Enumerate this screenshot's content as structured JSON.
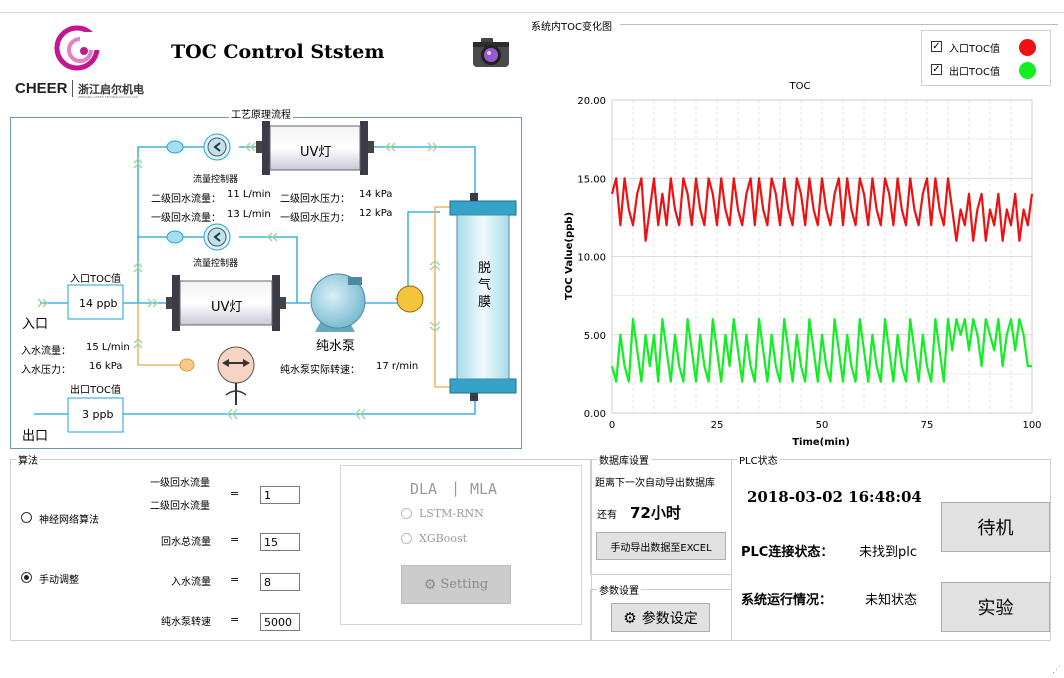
{
  "header": {
    "title": "TOC Control Ststem",
    "brand_name": "CHEER",
    "brand_cn": "浙江启尔机电",
    "brand_sub": "ZHEJIANG CHEER TECHNOLOGY CO.,LTD"
  },
  "process": {
    "group_title": "工艺原理流程",
    "uv_top": "UV灯",
    "uv_bottom": "UV灯",
    "flow_controller_1": "流量控制器",
    "flow_controller_2": "流量控制器",
    "return2_flow_label": "二级回水流量：",
    "return2_flow_value": "11 L/min",
    "return2_pressure_label": "二级回水压力：",
    "return2_pressure_value": "14 kPa",
    "return1_flow_label": "一级回水流量：",
    "return1_flow_value": "13 L/min",
    "return1_pressure_label": "一级回水压力：",
    "return1_pressure_value": "12 kPa",
    "inlet_toc_label": "入口TOC值",
    "inlet_toc_value": "14 ppb",
    "inlet_label": "入口",
    "inlet_flow_label": "入水流量：",
    "inlet_flow_value": "15 L/min",
    "inlet_pressure_label": "入水压力：",
    "inlet_pressure_value": "16 kPa",
    "outlet_toc_label": "出口TOC值",
    "outlet_toc_value": "3 ppb",
    "outlet_label": "出口",
    "pump_label": "纯水泵",
    "pump_speed_label": "纯水泵实际转速：",
    "pump_speed_value": "17 r/min",
    "degas_label": "脱\n气\n膜"
  },
  "chart_panel": {
    "group_title": "系统内TOC变化图",
    "legend": [
      {
        "label": "入口TOC值",
        "checked": true,
        "color": "#ee1111"
      },
      {
        "label": "出口TOC值",
        "checked": true,
        "color": "#11ee22"
      }
    ]
  },
  "chart_data": {
    "type": "line",
    "title": "TOC",
    "xlabel": "Time(min)",
    "ylabel": "TOC Value(ppb)",
    "xlim": [
      0,
      100
    ],
    "ylim": [
      0,
      20
    ],
    "xticks": [
      "0",
      "25",
      "50",
      "75",
      "100"
    ],
    "yticks": [
      "0.00",
      "5.00",
      "10.00",
      "15.00",
      "20.00"
    ],
    "grid": true,
    "series": [
      {
        "name": "入口TOC值",
        "color": "#ee1111",
        "x": [
          0,
          1,
          2,
          3,
          4,
          5,
          6,
          7,
          8,
          9,
          10,
          11,
          12,
          13,
          14,
          15,
          16,
          17,
          18,
          19,
          20,
          21,
          22,
          23,
          24,
          25,
          26,
          27,
          28,
          29,
          30,
          31,
          32,
          33,
          34,
          35,
          36,
          37,
          38,
          39,
          40,
          41,
          42,
          43,
          44,
          45,
          46,
          47,
          48,
          49,
          50,
          51,
          52,
          53,
          54,
          55,
          56,
          57,
          58,
          59,
          60,
          61,
          62,
          63,
          64,
          65,
          66,
          67,
          68,
          69,
          70,
          71,
          72,
          73,
          74,
          75,
          76,
          77,
          78,
          79,
          80,
          81,
          82,
          83,
          84,
          85,
          86,
          87,
          88,
          89,
          90,
          91,
          92,
          93,
          94,
          95,
          96,
          97,
          98,
          99,
          100
        ],
        "y": [
          14,
          15,
          12,
          15,
          13,
          12,
          14,
          15,
          11,
          13,
          15,
          12,
          14,
          12,
          15,
          13,
          12,
          15,
          14,
          12,
          15,
          13,
          12,
          15,
          14,
          12,
          15,
          13,
          12,
          15,
          13,
          12,
          14,
          15,
          12,
          15,
          13,
          12,
          15,
          14,
          12,
          15,
          13,
          12,
          15,
          14,
          12,
          15,
          13,
          12,
          15,
          13,
          12,
          14,
          15,
          12,
          15,
          13,
          12,
          15,
          14,
          12,
          15,
          13,
          12,
          15,
          14,
          12,
          15,
          13,
          12,
          15,
          13,
          12,
          14,
          15,
          12,
          15,
          13,
          12,
          15,
          13,
          11,
          13,
          12,
          14,
          11,
          13,
          14,
          11,
          13,
          12,
          14,
          11,
          13,
          12,
          14,
          11,
          13,
          12,
          14
        ]
      },
      {
        "name": "出口TOC值",
        "color": "#11ee22",
        "x": [
          0,
          1,
          2,
          3,
          4,
          5,
          6,
          7,
          8,
          9,
          10,
          11,
          12,
          13,
          14,
          15,
          16,
          17,
          18,
          19,
          20,
          21,
          22,
          23,
          24,
          25,
          26,
          27,
          28,
          29,
          30,
          31,
          32,
          33,
          34,
          35,
          36,
          37,
          38,
          39,
          40,
          41,
          42,
          43,
          44,
          45,
          46,
          47,
          48,
          49,
          50,
          51,
          52,
          53,
          54,
          55,
          56,
          57,
          58,
          59,
          60,
          61,
          62,
          63,
          64,
          65,
          66,
          67,
          68,
          69,
          70,
          71,
          72,
          73,
          74,
          75,
          76,
          77,
          78,
          79,
          80,
          81,
          82,
          83,
          84,
          85,
          86,
          87,
          88,
          89,
          90,
          91,
          92,
          93,
          94,
          95,
          96,
          97,
          98,
          99,
          100
        ],
        "y": [
          3,
          2,
          5,
          3,
          2,
          6,
          4,
          2,
          5,
          3,
          5,
          2,
          6,
          4,
          2,
          5,
          3,
          2,
          6,
          4,
          2,
          5,
          3,
          2,
          6,
          4,
          2,
          5,
          3,
          6,
          4,
          2,
          5,
          3,
          2,
          6,
          4,
          2,
          5,
          3,
          2,
          6,
          4,
          2,
          5,
          3,
          2,
          6,
          4,
          2,
          5,
          3,
          2,
          6,
          4,
          2,
          5,
          3,
          2,
          6,
          4,
          2,
          5,
          3,
          2,
          6,
          4,
          2,
          5,
          3,
          2,
          6,
          4,
          2,
          5,
          3,
          2,
          6,
          4,
          2,
          6,
          4,
          6,
          5,
          6,
          4,
          6,
          5,
          3,
          6,
          5,
          4,
          6,
          3,
          5,
          6,
          4,
          6,
          5,
          3,
          3
        ]
      }
    ]
  },
  "algorithm": {
    "group_title": "算法",
    "neural_label": "神经网络算法",
    "manual_label": "手动调整",
    "selected": "手动调整",
    "fields": [
      {
        "label": "一级回水流量\n二级回水流量",
        "eq": "=",
        "value": "1"
      },
      {
        "label": "回水总流量",
        "eq": "=",
        "value": "15"
      },
      {
        "label": "入水流量",
        "eq": "=",
        "value": "8"
      },
      {
        "label": "纯水泵转速",
        "eq": "=",
        "value": "5000"
      }
    ],
    "model_header_dla": "DLA",
    "model_header_sep": "|",
    "model_header_mla": "MLA",
    "lstm_label": "LSTM-RNN",
    "xgb_label": "XGBoost",
    "setting_label": "Setting"
  },
  "database": {
    "group_title": "数据库设置",
    "next_export_label": "距离下一次自动导出数据库",
    "remaining_label": "还有",
    "remaining_value": "72小时",
    "export_button": "手动导出数据至EXCEL",
    "params_group_title": "参数设置",
    "params_button": "参数设定"
  },
  "plc": {
    "group_title": "PLC状态",
    "datetime": "2018-03-02 16:48:04",
    "conn_label": "PLC连接状态：",
    "conn_value": "未找到plc",
    "run_label": "系统运行情况：",
    "run_value": "未知状态",
    "standby_button": "待机",
    "experiment_button": "实验"
  }
}
